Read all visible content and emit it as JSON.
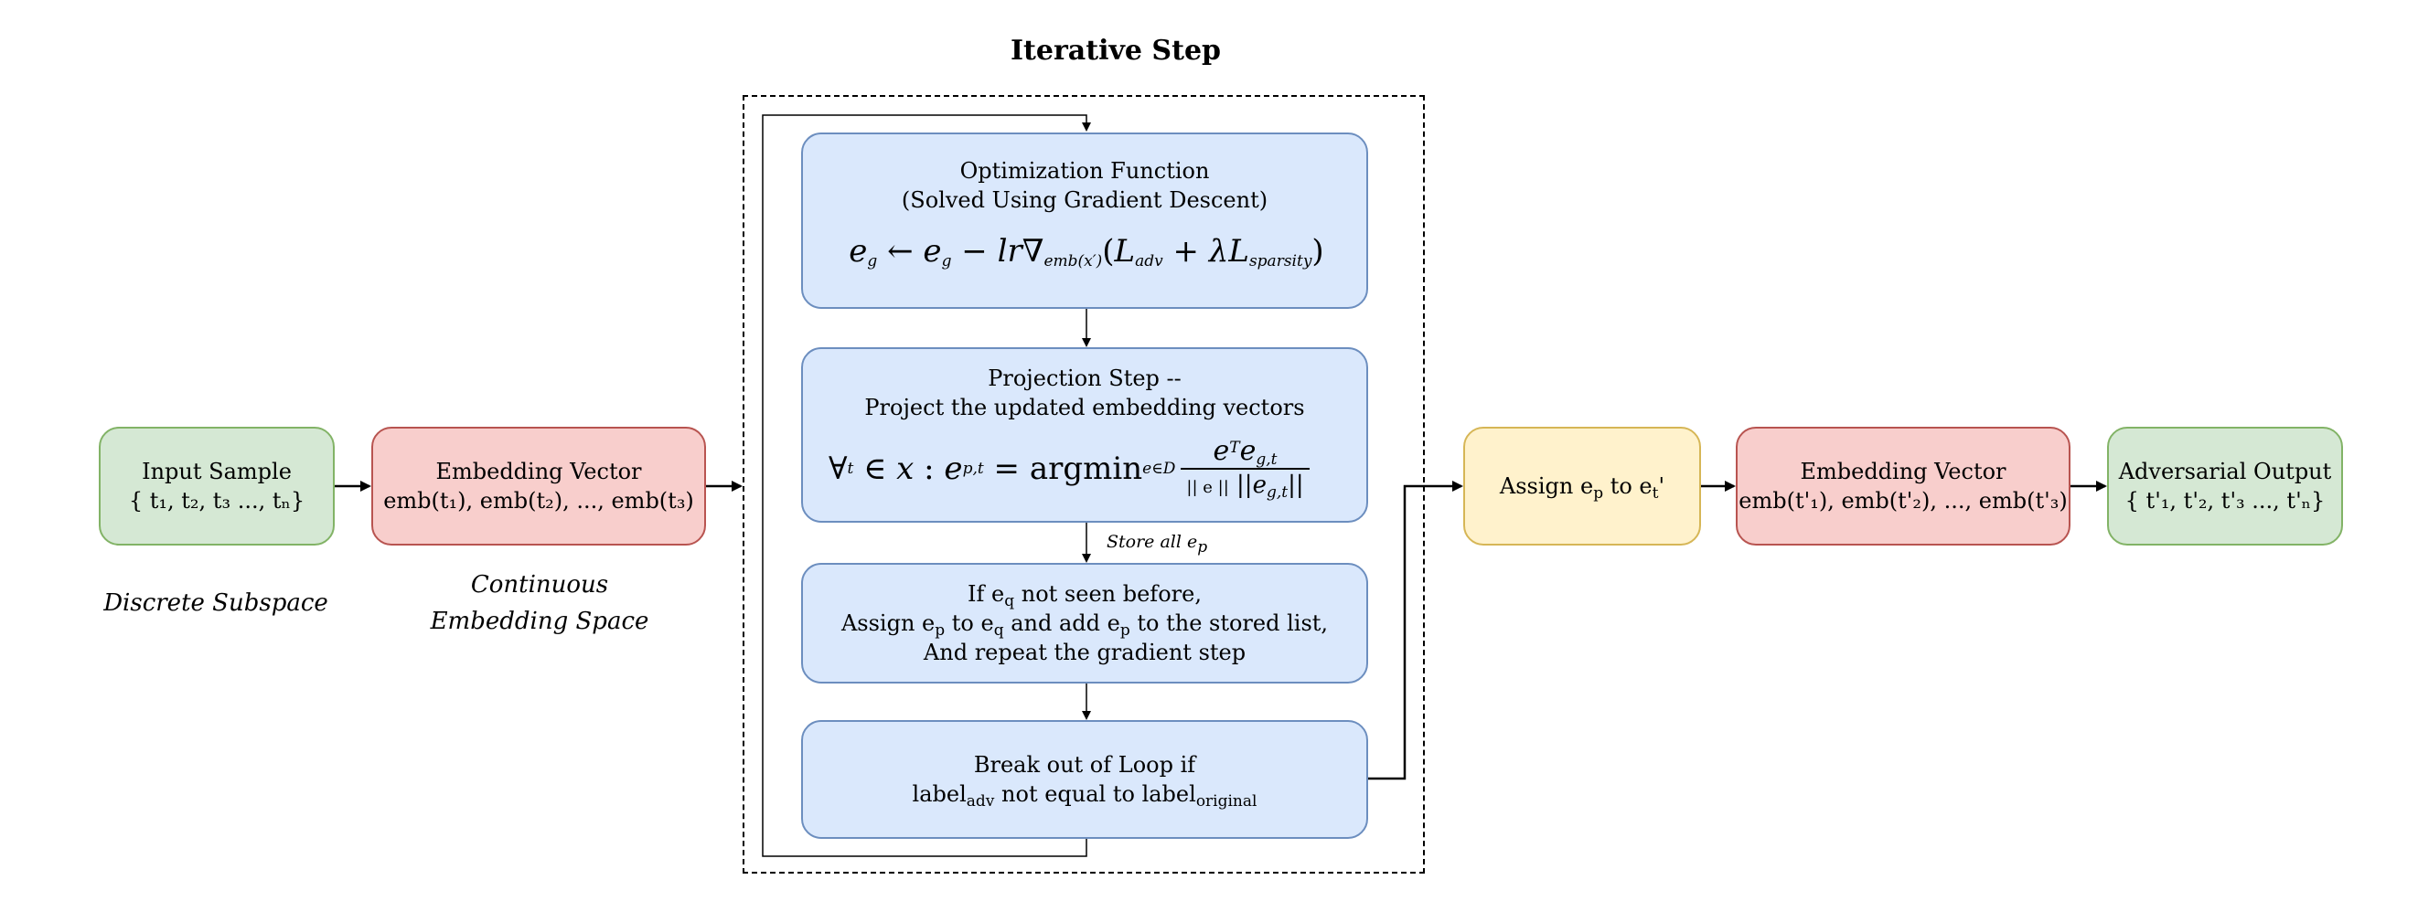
{
  "title": "Iterative Step",
  "input_sample": {
    "title": "Input Sample",
    "content": "{ t₁, t₂, t₃ ..., tₙ}"
  },
  "embedding_vector_1": {
    "title": "Embedding Vector",
    "content": "emb(t₁), emb(t₂), ..., emb(t₃)"
  },
  "discrete_caption": "Discrete Subspace",
  "continuous_caption": [
    "Continuous",
    "Embedding Space"
  ],
  "optimization": {
    "line1": "Optimization Function",
    "line2": "(Solved Using Gradient Descent)",
    "formula": "e_g ← e_g − lr∇_emb(x') (L_adv + λL_sparsity)"
  },
  "projection": {
    "line1": "Projection Step --",
    "line2": "Project the updated embedding vectors",
    "formula": "∀_t ∈ x : e_p,t = argmin_e∈D e^T e_g,t / || e || ||e_g,t||"
  },
  "store_label": "Store all e_p",
  "seen_check": {
    "line1": "If e_q not seen before,",
    "line2": "Assign e_p to e_q and add e_p to the stored list,",
    "line3": "And repeat the gradient step"
  },
  "break_loop": {
    "line1": "Break out of Loop if",
    "line2": "label_adv not equal to label_original"
  },
  "assign": {
    "text": "Assign e_p to e_t'"
  },
  "embedding_vector_2": {
    "title": "Embedding Vector",
    "content": "emb(t'₁), emb(t'₂), ..., emb(t'₃)"
  },
  "adversarial_output": {
    "title": "Adversarial Output",
    "content": "{ t'₁, t'₂, t'₃ ..., t'ₙ}"
  }
}
